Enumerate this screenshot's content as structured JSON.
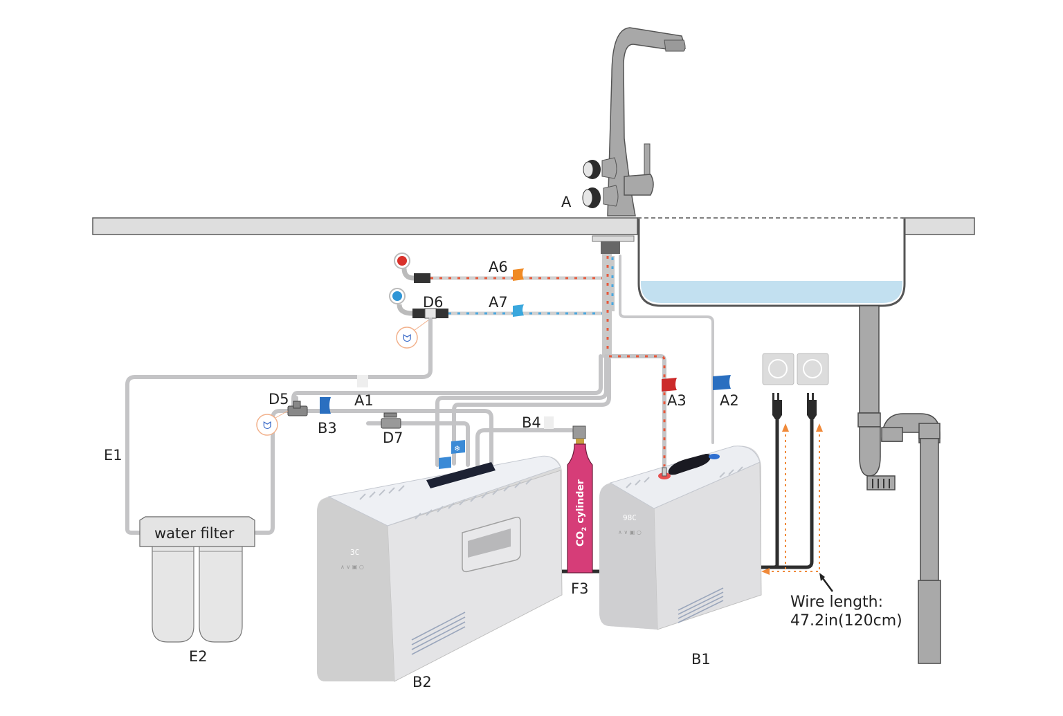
{
  "diagram": {
    "title": "Under-sink installation diagram: 3-way tap with boiler, chiller/carbonator, CO2 cylinder and water filter",
    "labels": {
      "A": "A",
      "A1": "A1",
      "A2": "A2",
      "A3": "A3",
      "A6": "A6",
      "A7": "A7",
      "B1": "B1",
      "B2": "B2",
      "B3": "B3",
      "B4": "B4",
      "D5": "D5",
      "D6": "D6",
      "D7": "D7",
      "E1": "E1",
      "E2": "E2",
      "F3": "F3"
    },
    "water_filter_label": "water filter",
    "co2_cylinder_label_prefix": "CO",
    "co2_cylinder_label_sub": "2",
    "co2_cylinder_label_suffix": " cylinder",
    "wire_note_line1": "Wire length:",
    "wire_note_line2": "47.2in(120cm)",
    "b1_display": "98C",
    "b2_display": "3C",
    "colors": {
      "hot": "#d9312b",
      "cold": "#2f95d6",
      "tag_orange": "#f08a24",
      "tag_blue": "#2a6fc0",
      "tag_red": "#cc2a2a",
      "tag_sky": "#3aa7dd",
      "co2": "#d63d78",
      "water": "#c2e0f0",
      "wire_arrow": "#f08a3a"
    },
    "icons": {
      "hot_supply": "red-dot-valve-icon",
      "cold_supply": "blue-dot-valve-icon",
      "hose_clip": "hose-clip-icon",
      "socket": "power-socket-icon",
      "plug": "power-plug-icon",
      "snowflake": "snowflake-icon"
    }
  }
}
